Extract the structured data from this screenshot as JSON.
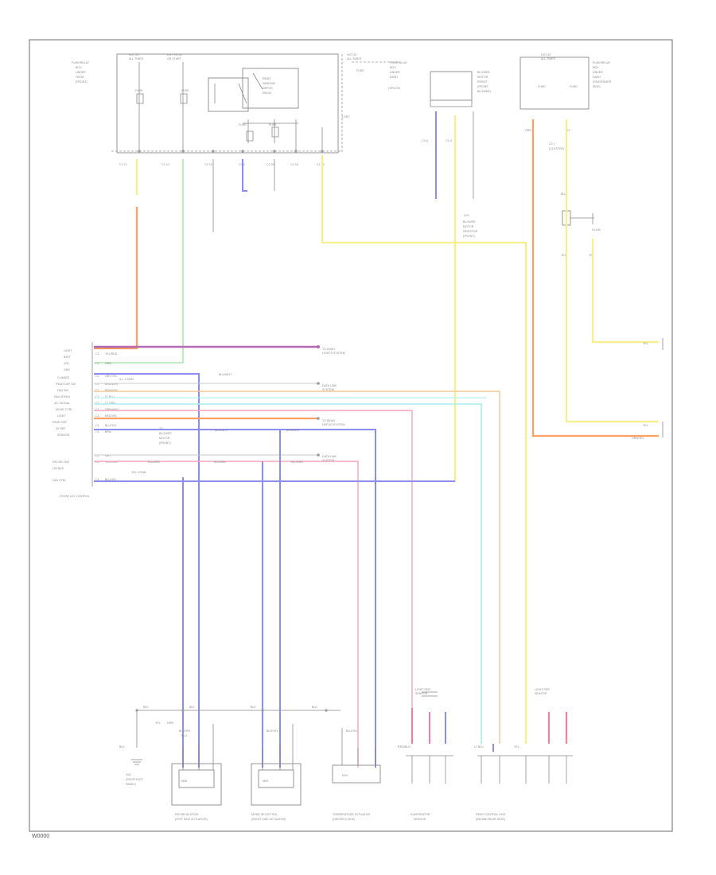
{
  "diagram": {
    "bottom_left_code": "W0000",
    "wire_labels_visible": [
      "RED/BLU",
      "GRY",
      "YEL",
      "BLU",
      "WHT",
      "GRY/YEL",
      "YEL/GRN",
      "BLU/YEL"
    ]
  },
  "colors": {
    "frame": "#6b6b6b",
    "wire_orange": "#ffa060",
    "wire_green": "#9be39b",
    "wire_yellow": "#f7f08a",
    "wire_blue": "#8c8cf5",
    "wire_purple": "#b26bb2",
    "wire_pink": "#ff6f8f",
    "wire_cyan": "#a6eef1",
    "wire_tan": "#f1c898"
  }
}
